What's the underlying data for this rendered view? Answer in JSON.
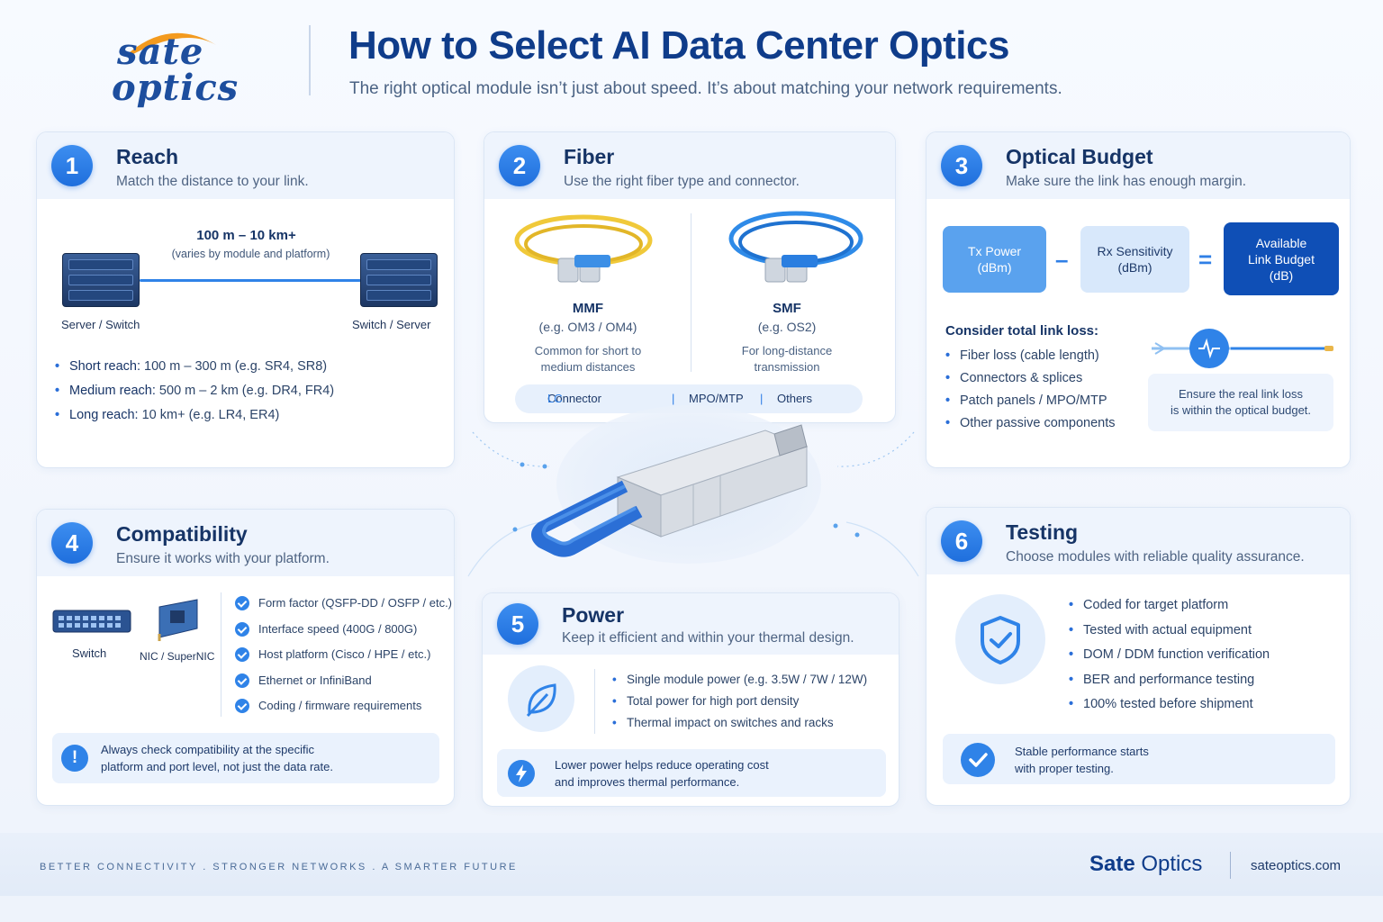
{
  "header": {
    "logo_line1": "sate",
    "logo_line2": "optics",
    "title": "How to Select AI Data Center Optics",
    "subtitle": "The right optical module isn’t just about speed. It’s about matching your network requirements."
  },
  "reach": {
    "number": "1",
    "title": "Reach",
    "subtitle": "Match the distance to your link.",
    "distance": "100 m – 10 km+",
    "distance_note": "(varies by module and platform)",
    "left_label": "Server / Switch",
    "right_label": "Switch / Server",
    "items": [
      {
        "label": "Short reach:",
        "value": " 100 m – 300 m (e.g. SR4, SR8)"
      },
      {
        "label": "Medium reach:",
        "value": " 500 m – 2 km (e.g. DR4, FR4)"
      },
      {
        "label": "Long reach:",
        "value": " 10 km+ (e.g. LR4, ER4)"
      }
    ]
  },
  "fiber": {
    "number": "2",
    "title": "Fiber",
    "subtitle": "Use the right fiber type and connector.",
    "mmf": {
      "name": "MMF",
      "example": "(e.g. OM3 / OM4)",
      "desc1": "Common for short to",
      "desc2": "medium distances"
    },
    "smf": {
      "name": "SMF",
      "example": "(e.g. OS2)",
      "desc1": "For long-distance",
      "desc2": "transmission"
    },
    "connector_label": "Connector types:",
    "connector_lc": " LC",
    "sep": "|",
    "connector_mpo": "MPO/MTP",
    "connector_others": "Others",
    "colors": {
      "mmf": "#f0c93a",
      "smf": "#2f8be8"
    }
  },
  "budget": {
    "number": "3",
    "title": "Optical Budget",
    "subtitle": "Make sure the link has enough margin.",
    "tx_line1": "Tx Power",
    "tx_line2": "(dBm)",
    "minus": "–",
    "rx_line1": "Rx Sensitivity",
    "rx_line2": "(dBm)",
    "equals": "=",
    "avail_line1": "Available",
    "avail_line2": "Link Budget",
    "avail_line3": "(dB)",
    "loss_title": "Consider total link loss:",
    "loss_items": [
      "Fiber loss (cable length)",
      "Connectors & splices",
      "Patch panels / MPO/MTP",
      "Other passive components"
    ],
    "note_line1": "Ensure the real link loss",
    "note_line2": "is within the optical budget."
  },
  "compat": {
    "number": "4",
    "title": "Compatibility",
    "subtitle": "Ensure it works with your platform.",
    "switch_label": "Switch",
    "nic_label": "NIC / SuperNIC",
    "items": [
      "Form factor (QSFP-DD / OSFP / etc.)",
      "Interface speed (400G / 800G)",
      "Host platform (Cisco / HPE / etc.)",
      "Ethernet or InfiniBand",
      "Coding / firmware requirements"
    ],
    "warn_icon": "!",
    "warn_line1": "Always check compatibility at the specific",
    "warn_line2": "platform and port level, not just the data rate."
  },
  "power": {
    "number": "5",
    "title": "Power",
    "subtitle": "Keep it efficient and within your thermal design.",
    "items": [
      "Single module power (e.g. 3.5W / 7W / 12W)",
      "Total power for high port density",
      "Thermal impact on switches and racks"
    ],
    "note_line1": "Lower power helps reduce operating cost",
    "note_line2": "and improves thermal performance."
  },
  "testing": {
    "number": "6",
    "title": "Testing",
    "subtitle": "Choose modules with reliable quality assurance.",
    "items": [
      "Coded for target platform",
      "Tested with actual equipment",
      "DOM / DDM function verification",
      "BER and performance testing",
      "100% tested before shipment"
    ],
    "note_line1": "Stable performance starts",
    "note_line2": "with proper testing."
  },
  "footer": {
    "tagline": "BETTER CONNECTIVITY  .  STRONGER NETWORKS  .  A SMARTER FUTURE",
    "brand_bold": "Sate",
    "brand_rest": " Optics",
    "url": "sateoptics.com"
  },
  "colors": {
    "primary": "#0f3c8a",
    "accent": "#2f83e8",
    "card_head": "#eef4fd"
  }
}
